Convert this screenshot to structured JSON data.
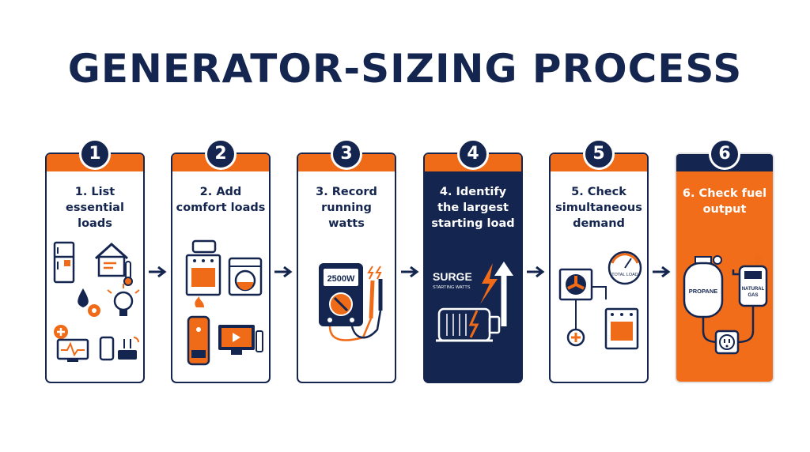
{
  "title": "GENERATOR-SIZING PROCESS",
  "steps": [
    {
      "num": "1",
      "label": "1. List essential loads"
    },
    {
      "num": "2",
      "label": "2. Add comfort loads"
    },
    {
      "num": "3",
      "label": "3. Record running watts"
    },
    {
      "num": "4",
      "label": "4. Identify the largest starting load"
    },
    {
      "num": "5",
      "label": "5. Check simultaneous demand"
    },
    {
      "num": "6",
      "label": "6. Check fuel output"
    }
  ],
  "meter_reading": "2500W",
  "surge_label": "SURGE",
  "surge_sublabel": "STARTING WATTS",
  "total_load_label": "TOTAL LOAD",
  "propane_label": "PROPANE",
  "natural_gas_label": "NATURAL GAS",
  "colors": {
    "navy": "#14254f",
    "orange": "#ef6b18"
  }
}
